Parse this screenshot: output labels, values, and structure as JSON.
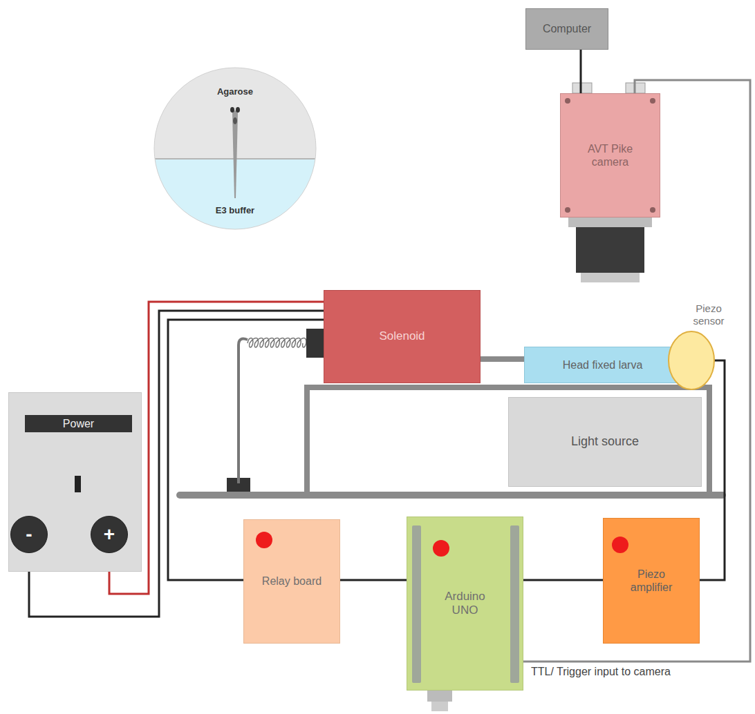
{
  "diagram": {
    "nodes": [
      {
        "text": [
          "Computer"
        ]
      },
      {
        "text": [
          "Agarose",
          "E3 buffer"
        ]
      },
      {
        "text": [
          "AVT Pike camera"
        ]
      },
      {
        "text": [
          "Solenoid"
        ]
      },
      {
        "text": [
          "Head fixed larva"
        ]
      },
      {
        "text": [
          "Piezo sensor"
        ]
      },
      {
        "text": [
          "Light source"
        ]
      },
      {
        "text": [
          "Power"
        ]
      },
      {
        "text": [
          "-"
        ],
        "in": 7
      },
      {
        "text": [
          "+"
        ],
        "in": 7
      },
      {
        "text": [
          "Relay board"
        ]
      },
      {
        "text": [
          "Arduino UNO"
        ]
      },
      {
        "text": [
          "Piezo amplifier"
        ]
      }
    ],
    "edges": [
      {
        "from": 0,
        "to": 2,
        "arrow": "none"
      },
      {
        "from": 11,
        "to": 2,
        "label": "TTL/ Trigger input to camera",
        "arrow": "none"
      },
      {
        "from": 9,
        "to": 3,
        "arrow": "none"
      },
      {
        "from": 8,
        "to": 3,
        "arrow": "none"
      },
      {
        "from": 10,
        "to": 3,
        "arrow": "none"
      },
      {
        "from": 10,
        "to": 11,
        "arrow": "none"
      },
      {
        "from": 11,
        "to": 12,
        "arrow": "none"
      },
      {
        "from": 12,
        "to": 5,
        "arrow": "none"
      },
      {
        "from": 3,
        "to": 4,
        "arrow": "none"
      }
    ]
  }
}
